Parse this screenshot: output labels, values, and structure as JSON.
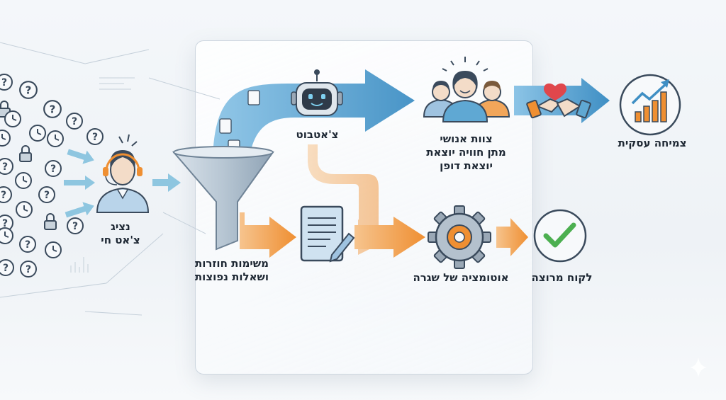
{
  "labels": {
    "live_agent": [
      "נציג",
      "צ'אט חי"
    ],
    "chatbot": "צ'אטבוט",
    "human_team": [
      "צוות אנושי",
      "מתן חוויה יוצאת",
      "יוצאת דופן"
    ],
    "business_growth": "צמיחה עסקית",
    "repetitive_tasks": [
      "משימות חוזרות",
      "ושאלות נפוצות"
    ],
    "automation": "אוטומציה של שגרה",
    "satisfied_customer": "לקוח מרוצה"
  },
  "colors": {
    "blue_flow": "#5fa8d3",
    "orange_flow": "#f0a050",
    "icon_outline": "#3a4a5c",
    "heart": "#e0474c",
    "check": "#4caf50"
  },
  "icons": [
    "question-icon",
    "lock-icon",
    "clock-icon",
    "agent-icon",
    "funnel-icon",
    "robot-icon",
    "team-icon",
    "handshake-icon",
    "heart-icon",
    "growth-chart-icon",
    "document-icon",
    "gear-icon",
    "checkmark-icon"
  ]
}
